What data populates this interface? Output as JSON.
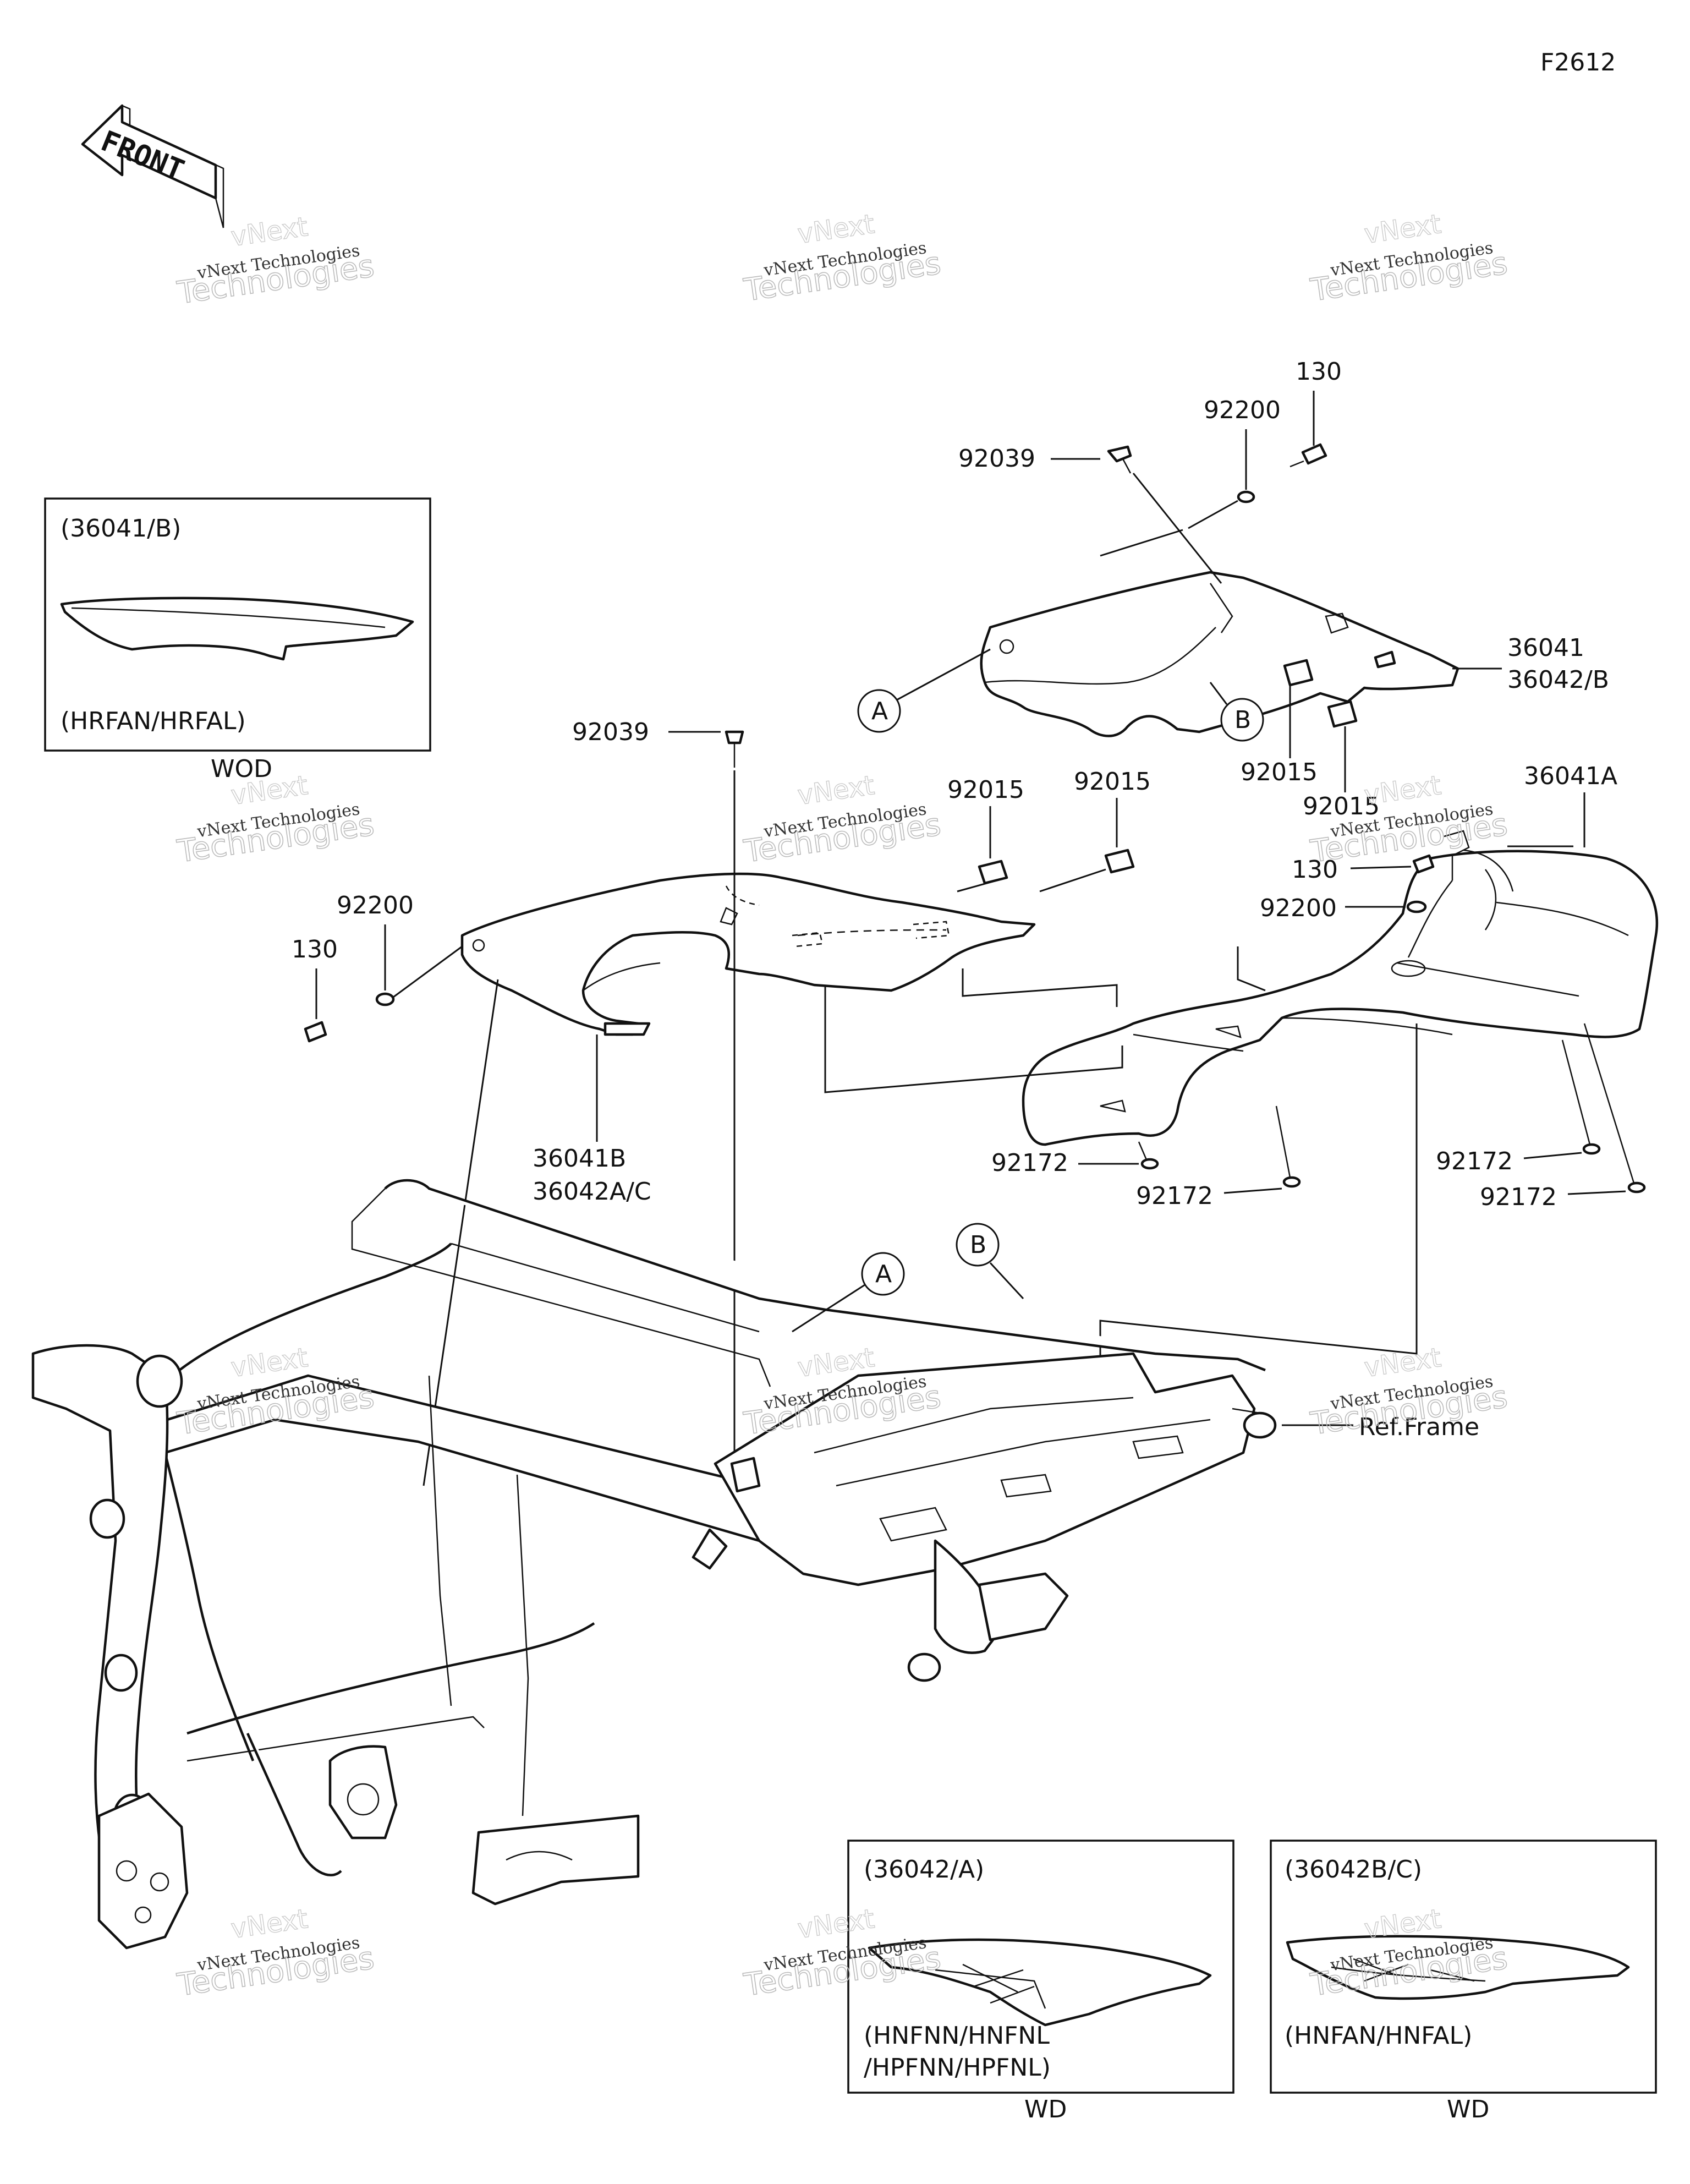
{
  "figure_id": "F2612",
  "front_label": "FRONT",
  "callouts": {
    "c130_top": "130",
    "c92200_top": "92200",
    "c92039_top": "92039",
    "c36041": "36041",
    "c36042b": "36042/B",
    "c92015_r1": "92015",
    "c92015_r2": "92015",
    "c36041a": "36041A",
    "c130_mid": "130",
    "c92200_mid": "92200",
    "c92039_left": "92039",
    "c92015_l1": "92015",
    "c92015_l2": "92015",
    "c92200_left": "92200",
    "c130_left": "130",
    "c36041b": "36041B",
    "c36042ac": "36042A/C",
    "c92172_1": "92172",
    "c92172_2": "92172",
    "c92172_3": "92172",
    "c92172_4": "92172",
    "ref_frame": "Ref.Frame"
  },
  "reference_letters": {
    "a": "A",
    "b": "B"
  },
  "inset_wod": {
    "part": "(36041/B)",
    "models": "(HRFAN/HRFAL)",
    "caption": "WOD"
  },
  "inset_wd_a": {
    "part": "(36042/A)",
    "models_line1": "(HNFNN/HNFNL",
    "models_line2": "/HPFNN/HPFNL)",
    "caption": "WD"
  },
  "inset_wd_b": {
    "part": "(36042B/C)",
    "models": "(HNFAN/HNFAL)",
    "caption": "WD"
  },
  "watermark": {
    "line1": "vNext Technologies",
    "line2": "Technologies",
    "line3": "vNext"
  }
}
